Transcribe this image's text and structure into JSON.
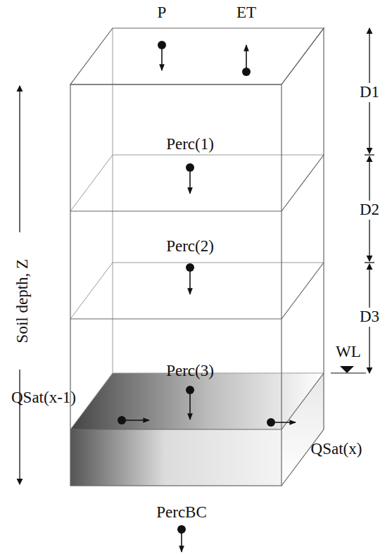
{
  "diagram": {
    "labels": [
      "P",
      "ET",
      "D1",
      "Perc(1)",
      "D2",
      "Perc(2)",
      "WL",
      "D3",
      "QSat(x-1)",
      "Perc(3)",
      "QSat(x)",
      "Soil depth, Z",
      "PercBC"
    ]
  }
}
